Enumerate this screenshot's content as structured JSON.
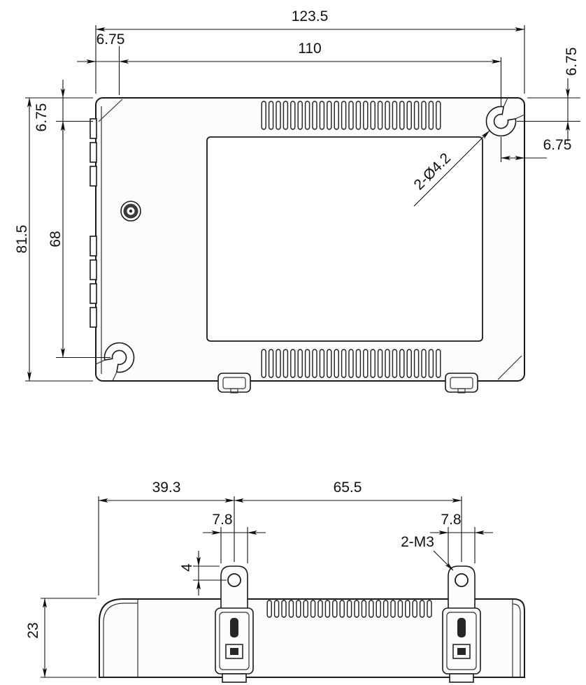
{
  "top_view": {
    "overall_width": "123.5",
    "offset_left": "6.75",
    "hole_span": "110",
    "offset_right_top": "6.75",
    "offset_top_left": "6.75",
    "overall_height": "81.5",
    "hole_span_v": "68",
    "offset_right_side": "6.75",
    "corner_holes_label": "2-Ø4.2"
  },
  "side_view": {
    "span_left": "39.3",
    "span_brackets": "65.5",
    "bracket_w_left": "7.8",
    "bracket_w_right": "7.8",
    "screws_label": "2-M3",
    "ear_offset": "4",
    "height": "23"
  }
}
